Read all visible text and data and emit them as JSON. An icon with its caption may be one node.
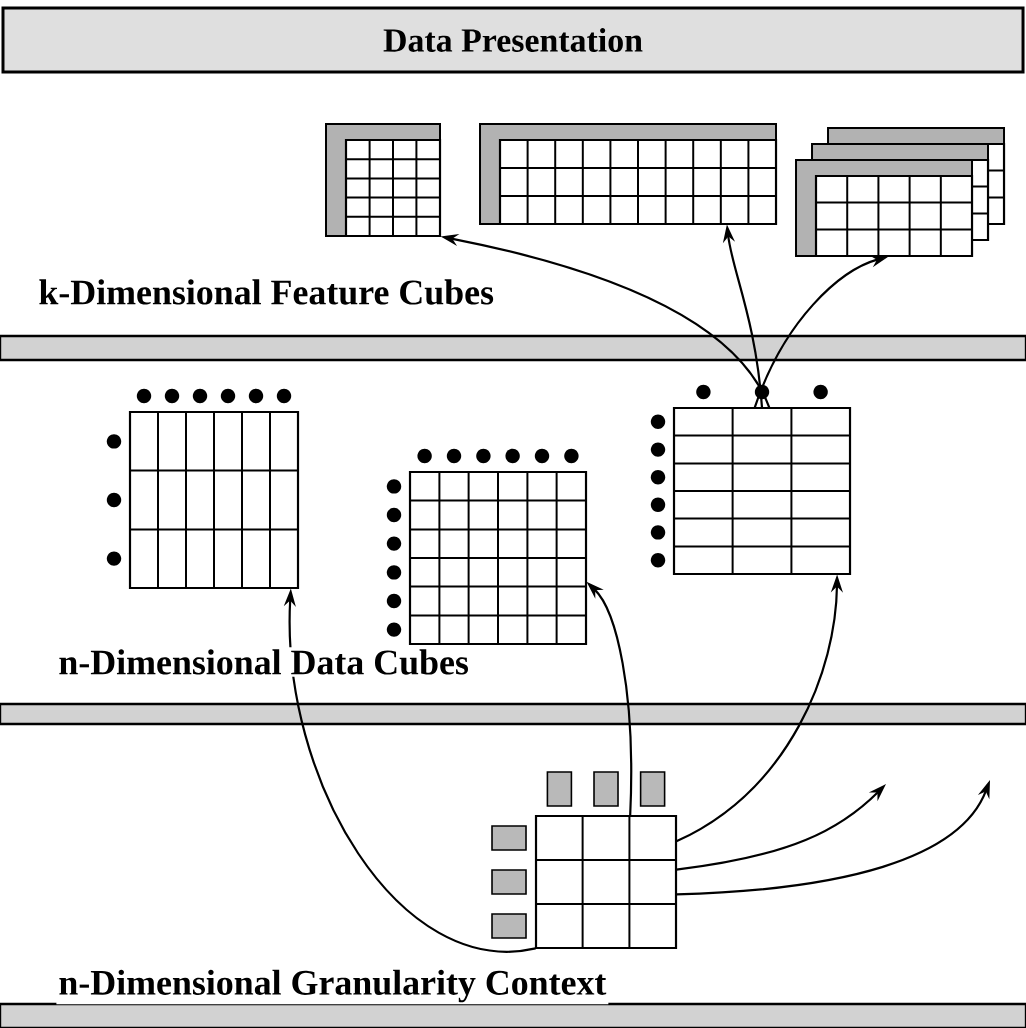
{
  "diagram": {
    "nodes": [
      {
        "text": [
          "Data Presentation"
        ]
      },
      {
        "text": [],
        "shape": "picture"
      },
      {
        "text": [],
        "shape": "picture"
      },
      {
        "text": [],
        "shape": "picture"
      },
      {
        "text": [],
        "shape": "picture"
      },
      {
        "text": [],
        "shape": "picture"
      },
      {
        "text": [],
        "shape": "picture"
      },
      {
        "text": [],
        "shape": "picture"
      }
    ],
    "edges": [
      {
        "from": 6,
        "to": 1,
        "arrow": "to"
      },
      {
        "from": 6,
        "to": 2,
        "arrow": "to"
      },
      {
        "from": 6,
        "to": 3,
        "arrow": "to"
      },
      {
        "from": 7,
        "to": 4,
        "arrow": "to"
      },
      {
        "from": 7,
        "to": 5,
        "arrow": "to"
      },
      {
        "from": 7,
        "to": 6,
        "arrow": "to"
      },
      {
        "from": 7,
        "to": null,
        "arrow": "to"
      },
      {
        "from": 7,
        "to": null,
        "arrow": "to"
      }
    ],
    "labels": [
      "k-Dimensional Feature Cubes",
      "n-Dimensional Data Cubes",
      "n-Dimensional Granularity Context"
    ]
  }
}
